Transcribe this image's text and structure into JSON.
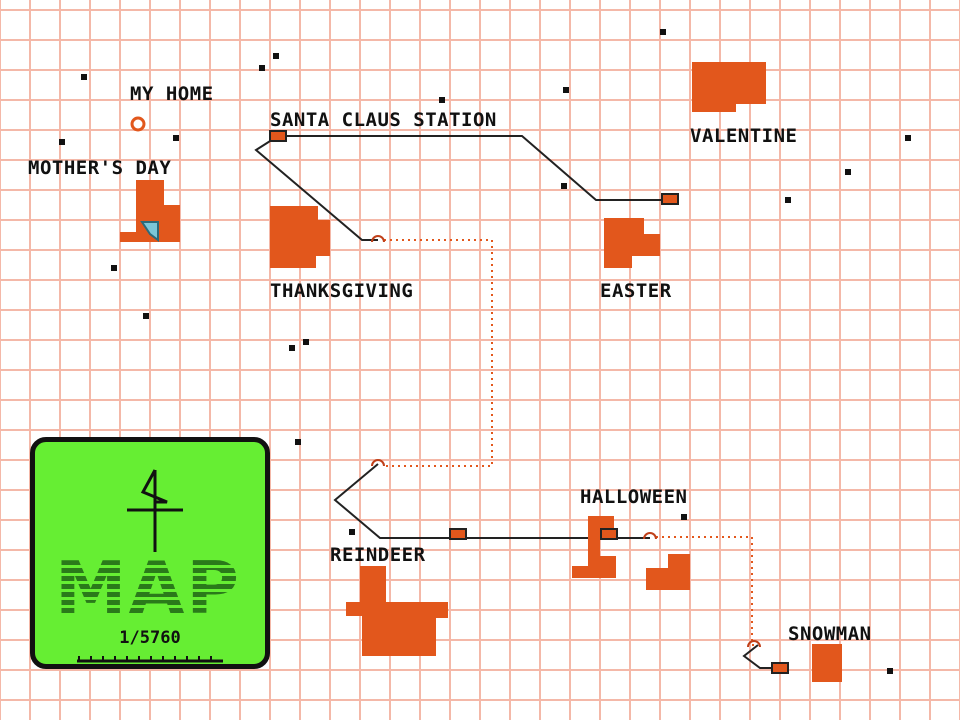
{
  "locations": [
    {
      "id": "my-home",
      "label": "MY HOME"
    },
    {
      "id": "santa-claus-station",
      "label": "SANTA CLAUS STATION"
    },
    {
      "id": "valentine",
      "label": "VALENTINE"
    },
    {
      "id": "mothers-day",
      "label": "MOTHER'S DAY"
    },
    {
      "id": "thanksgiving",
      "label": "THANKSGIVING"
    },
    {
      "id": "easter",
      "label": "EASTER"
    },
    {
      "id": "halloween",
      "label": "HALLOWEEN"
    },
    {
      "id": "reindeer",
      "label": "REINDEER"
    },
    {
      "id": "snowman",
      "label": "SNOWMAN"
    }
  ],
  "legend": {
    "title": "MAP",
    "scale": "1/5760",
    "north_arrow_icon": "north-arrow-icon"
  },
  "colors": {
    "grid": "#f4b8a8",
    "building": "#e2571c",
    "road": "#222222",
    "dotted_path": "#e2571c",
    "legend_bg": "#66ee33"
  }
}
